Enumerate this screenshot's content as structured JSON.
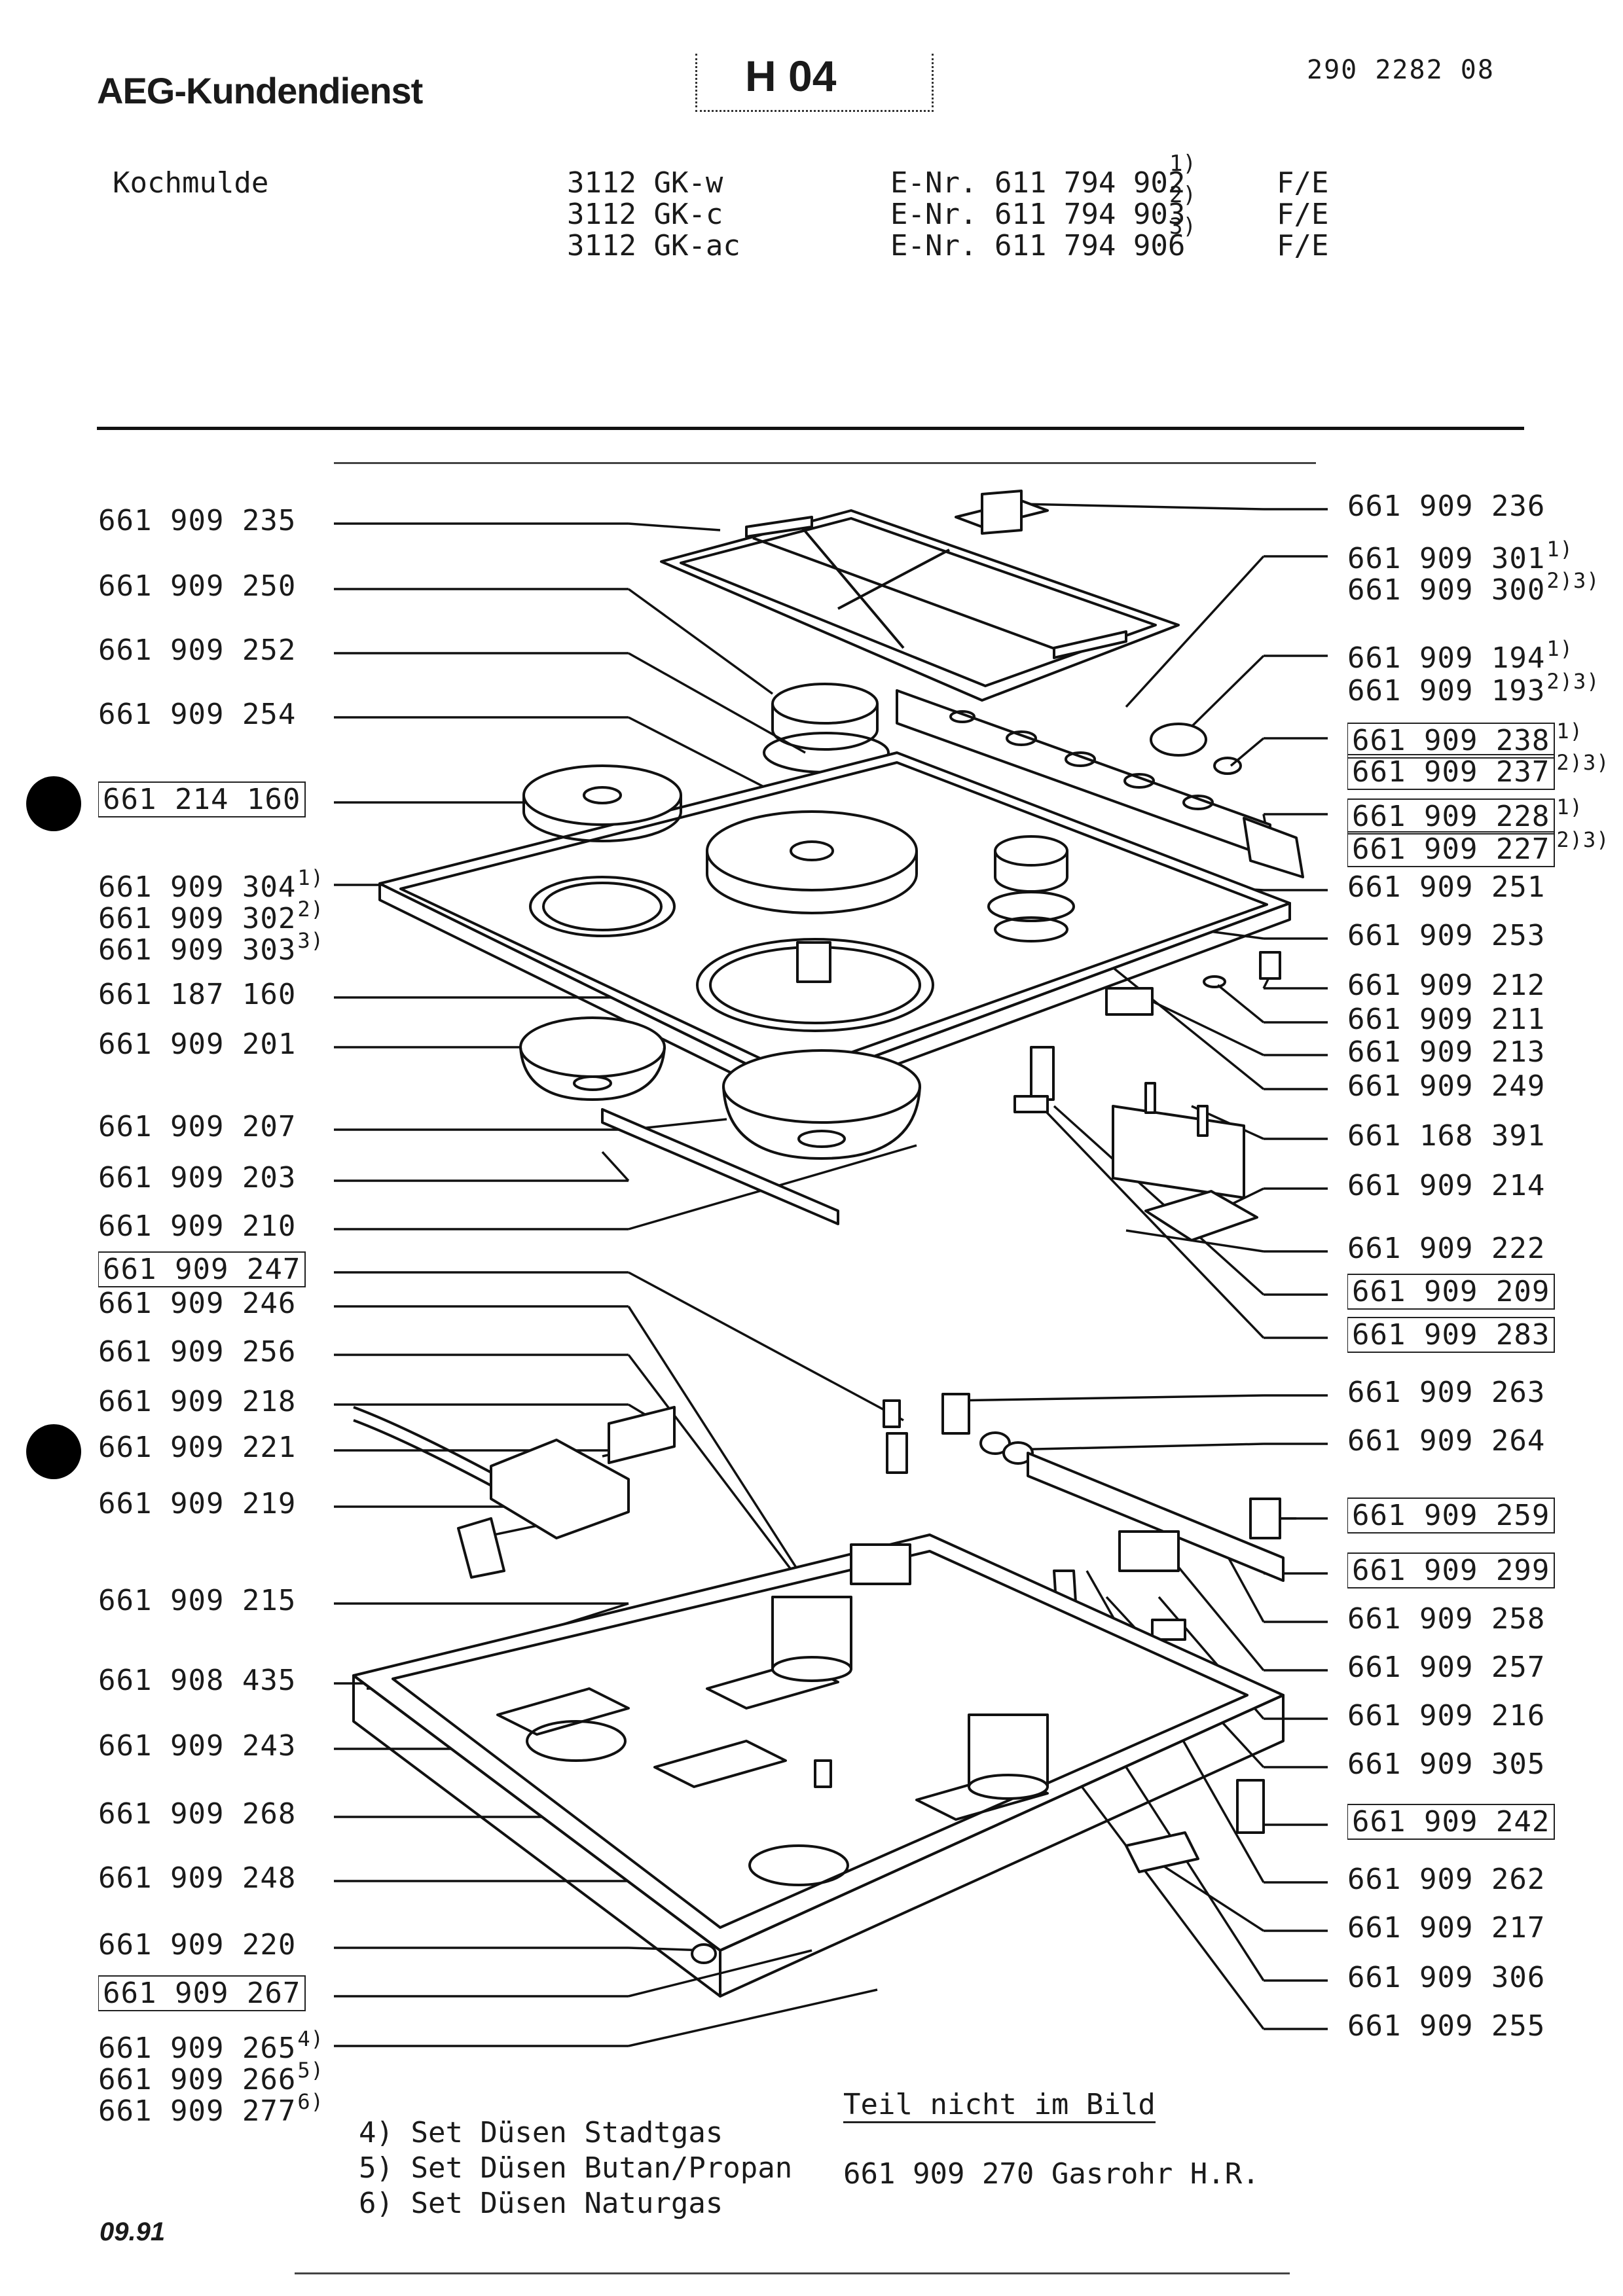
{
  "header": {
    "brand": "AEG-Kundendienst",
    "section_code": "H 04",
    "document_number": "290 2282 08",
    "appliance": "Kochmulde"
  },
  "models": [
    {
      "model": "3112 GK-w",
      "enr": "E-Nr. 611 794 902",
      "note": "1)",
      "code": "F/E"
    },
    {
      "model": "3112 GK-c",
      "enr": "E-Nr. 611 794 903",
      "note": "2)",
      "code": "F/E"
    },
    {
      "model": "3112 GK-ac",
      "enr": "E-Nr. 611 794 906",
      "note": "3)",
      "code": "F/E"
    }
  ],
  "parts_left": [
    {
      "pn": "661 909 235"
    },
    {
      "pn": "661 909 250"
    },
    {
      "pn": "661 909 252"
    },
    {
      "pn": "661 909 254"
    },
    {
      "pn": "661 214 160",
      "boxed": true,
      "dot": true
    },
    {
      "pn": "661 909 304",
      "note": "1)"
    },
    {
      "pn": "661 909 302",
      "note": "2)"
    },
    {
      "pn": "661 909 303",
      "note": "3)"
    },
    {
      "pn": "661 187 160"
    },
    {
      "pn": "661 909 201"
    },
    {
      "pn": "661 909 207"
    },
    {
      "pn": "661 909 203"
    },
    {
      "pn": "661 909 210"
    },
    {
      "pn": "661 909 247",
      "boxed": true
    },
    {
      "pn": "661 909 246"
    },
    {
      "pn": "661 909 256"
    },
    {
      "pn": "661 909 218"
    },
    {
      "pn": "661 909 221",
      "dot": true
    },
    {
      "pn": "661 909 219"
    },
    {
      "pn": "661 909 215"
    },
    {
      "pn": "661 908 435"
    },
    {
      "pn": "661 909 243"
    },
    {
      "pn": "661 909 268"
    },
    {
      "pn": "661 909 248"
    },
    {
      "pn": "661 909 220"
    },
    {
      "pn": "661 909 267",
      "boxed": true
    },
    {
      "pn": "661 909 265",
      "note": "4)"
    },
    {
      "pn": "661 909 266",
      "note": "5)"
    },
    {
      "pn": "661 909 277",
      "note": "6)"
    }
  ],
  "parts_right": [
    {
      "pn": "661 909 236"
    },
    {
      "pn": "661 909 301",
      "note": "1)"
    },
    {
      "pn": "661 909 300",
      "note": "2)3)"
    },
    {
      "pn": "661 909 194",
      "note": "1)"
    },
    {
      "pn": "661 909 193",
      "note": "2)3)"
    },
    {
      "pn": "661 909 238",
      "note": "1)",
      "boxed": true
    },
    {
      "pn": "661 909 237",
      "note": "2)3)",
      "boxed": true
    },
    {
      "pn": "661 909 228",
      "note": "1)",
      "boxed": true
    },
    {
      "pn": "661 909 227",
      "note": "2)3)",
      "boxed": true
    },
    {
      "pn": "661 909 251"
    },
    {
      "pn": "661 909 253"
    },
    {
      "pn": "661 909 212"
    },
    {
      "pn": "661 909 211"
    },
    {
      "pn": "661 909 213"
    },
    {
      "pn": "661 909 249"
    },
    {
      "pn": "661 168 391"
    },
    {
      "pn": "661 909 214"
    },
    {
      "pn": "661 909 222"
    },
    {
      "pn": "661 909 209",
      "boxed": true
    },
    {
      "pn": "661 909 283",
      "boxed": true
    },
    {
      "pn": "661 909 263"
    },
    {
      "pn": "661 909 264"
    },
    {
      "pn": "661 909 259",
      "boxed": true
    },
    {
      "pn": "661 909 299",
      "boxed": true
    },
    {
      "pn": "661 909 258"
    },
    {
      "pn": "661 909 257"
    },
    {
      "pn": "661 909 216"
    },
    {
      "pn": "661 909 305"
    },
    {
      "pn": "661 909 242",
      "boxed": true
    },
    {
      "pn": "661 909 262"
    },
    {
      "pn": "661 909 217"
    },
    {
      "pn": "661 909 306"
    },
    {
      "pn": "661 909 255"
    }
  ],
  "legend": [
    {
      "text": "4) Set Düsen Stadtgas"
    },
    {
      "text": "5) Set Düsen Butan/Propan"
    },
    {
      "text": "6) Set Düsen Naturgas"
    }
  ],
  "not_pictured": {
    "heading": "Teil nicht im Bild",
    "item": "661 909 270 Gasrohr H.R."
  },
  "footer": {
    "date": "09.91"
  }
}
